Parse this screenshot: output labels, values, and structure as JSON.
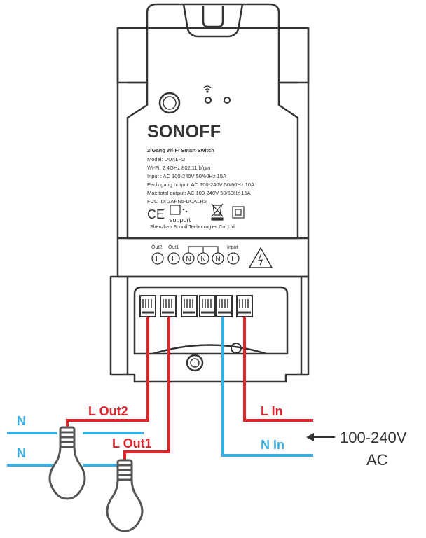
{
  "device": {
    "brand": "SONOFF",
    "model_title": "2-Gang Wi-Fi Smart Switch",
    "model_line": "Model: DUALR2",
    "wifi_line": "Wi-Fi: 2.4GHz 802.11 b/g/n",
    "input_line": "Input : AC 100-240V  50/60Hz 15A",
    "gang_line": "Each gang output: AC 100-240V 50/60Hz 10A",
    "max_line": "Max total output: AC 100-240V 50/60Hz 15A",
    "fcc_line": "FCC  ID: 2APN5-DUALR2",
    "ce_mark": "CE",
    "support_text": "support",
    "manufacturer": "Shenzhen Sonoff Technologies Co.,Ltd."
  },
  "terminals": {
    "out2_label": "Out2",
    "out1_label": "Out1",
    "input_label": "Input",
    "pins": [
      "L",
      "L",
      "N",
      "N",
      "N",
      "L"
    ]
  },
  "wiring": {
    "l_out2": "L Out2",
    "l_out1": "L Out1",
    "l_in": "L In",
    "n_in": "N In",
    "n_top": "N",
    "n_bottom": "N",
    "voltage": "100-240V",
    "ac": "AC"
  },
  "colors": {
    "live": "#e0242c",
    "neutral": "#3aaee0",
    "outline": "#333333"
  },
  "icons": [
    "wifi-icon",
    "button-icon",
    "ce-mark-icon",
    "weee-bin-icon",
    "double-insulation-icon",
    "warning-triangle-icon",
    "bulb-icon",
    "arrow-left-icon"
  ]
}
